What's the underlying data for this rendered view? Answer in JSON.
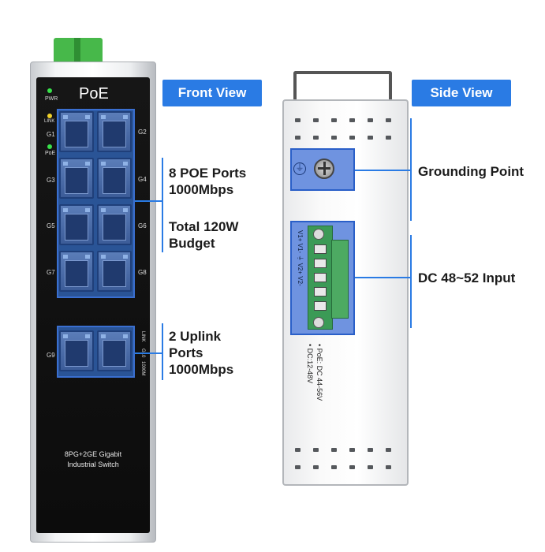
{
  "front_view": {
    "badge": "Front View",
    "panel_title": "PoE",
    "led_pwr": "PWR",
    "led_link": "LINK",
    "led_poe": "PoE",
    "ports_left": [
      "G1",
      "G3",
      "G5",
      "G7"
    ],
    "ports_right": [
      "G2",
      "G4",
      "G6",
      "G8"
    ],
    "uplink_left": "G9",
    "uplink_right": "G10",
    "uplink_link": "LINK",
    "uplink_speed": "1000M",
    "model_line1": "8PG+2GE Gigabit",
    "model_line2": "Industrial Switch",
    "callout_poe_ports_line1": "8 POE Ports",
    "callout_poe_ports_line2": "1000Mbps",
    "callout_budget_line1": "Total 120W",
    "callout_budget_line2": "Budget",
    "callout_uplink_line1": "2 Uplink",
    "callout_uplink_line2": "Ports",
    "callout_uplink_line3": "1000Mbps"
  },
  "side_view": {
    "badge": "Side View",
    "grounding_label": "Grounding Point",
    "dc_label": "DC 48~52 Input",
    "terminal_labels": "V1+ V1-  ⏚  V2+ V2-",
    "spec_line1": "• PoE: DC 44-56V",
    "spec_line2": "• DC:12-48V"
  },
  "colors": {
    "accent": "#2a7be4",
    "port_blue": "#3a6fd0",
    "terminal_green": "#47b84a"
  }
}
